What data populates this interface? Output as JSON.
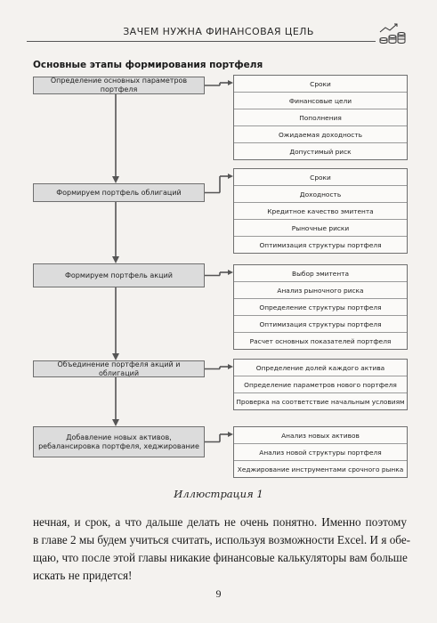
{
  "header": {
    "running_title": "ЗАЧЕМ НУЖНА ФИНАНСОВАЯ ЦЕЛЬ",
    "icon": "chart-coins-icon"
  },
  "figure": {
    "title": "Основные этапы формирования портфеля",
    "stages": [
      {
        "label": "Определение основных параметров портфеля",
        "items": [
          "Сроки",
          "Финансовые цели",
          "Пополнения",
          "Ожидаемая доходность",
          "Допустимый риск"
        ]
      },
      {
        "label": "Формируем портфель облигаций",
        "items": [
          "Сроки",
          "Доходность",
          "Кредитное качество эмитента",
          "Рыночные риски",
          "Оптимизация структуры портфеля"
        ]
      },
      {
        "label": "Формируем портфель акций",
        "items": [
          "Выбор эмитента",
          "Анализ рыночного риска",
          "Определение структуры портфеля",
          "Оптимизация структуры портфеля",
          "Расчет основных показателей портфеля"
        ]
      },
      {
        "label": "Объединение портфеля акций и облигаций",
        "items": [
          "Определение долей каждого актива",
          "Определение параметров нового портфеля",
          "Проверка на соответствие начальным условиям"
        ]
      },
      {
        "label": "Добавление новых активов,\nребалансировка портфеля, хеджирование",
        "items": [
          "Анализ новых активов",
          "Анализ новой структуры портфеля",
          "Хеджирование инструментами срочного рынка"
        ]
      }
    ],
    "caption": "Иллюстрация 1"
  },
  "body": {
    "lines": [
      "нечная, и срок, а что дальше делать не очень понятно. Именно поэтому",
      "в главе 2 мы будем учиться считать, используя возможности Excel. И я обе-",
      "щаю, что после этой главы никакие финансовые калькуляторы вам больше",
      "искать не придется!"
    ]
  },
  "footer": {
    "page_number": "9"
  },
  "colors": {
    "stage_fill": "#dcdcdc",
    "border": "#6f6f6f",
    "arrow": "#555555"
  }
}
